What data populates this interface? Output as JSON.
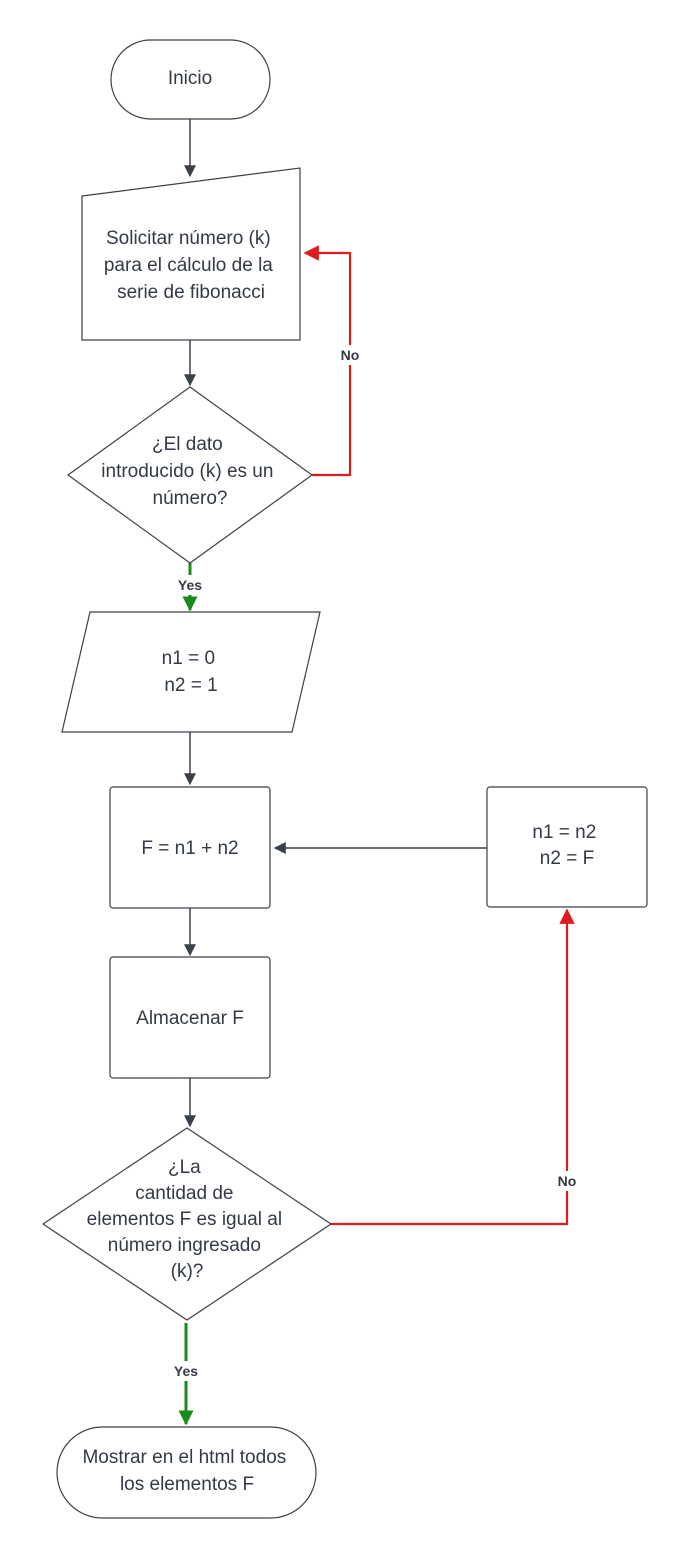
{
  "diagram": {
    "nodes": {
      "inicio": {
        "lines": [
          "Inicio"
        ]
      },
      "solicitar": {
        "lines": [
          "Solicitar número (k)",
          "para el cálculo de la",
          "serie de fibonacci"
        ]
      },
      "es_numero": {
        "lines": [
          "¿El dato",
          "introducido (k) es un",
          "número?"
        ]
      },
      "init": {
        "lines": [
          "n1 = 0",
          "n2 = 1"
        ]
      },
      "suma": {
        "lines": [
          "F = n1 + n2"
        ]
      },
      "actualizar": {
        "lines": [
          "n1 = n2",
          "n2 = F"
        ]
      },
      "almacenar": {
        "lines": [
          "Almacenar F"
        ]
      },
      "cantidad": {
        "lines": [
          "¿La",
          "cantidad de",
          "elementos F es igual al",
          "número ingresado",
          "(k)?"
        ]
      },
      "mostrar": {
        "lines": [
          "Mostrar en el html todos",
          "los elementos F"
        ]
      }
    },
    "edge_labels": {
      "no_1": "No",
      "yes_1": "Yes",
      "no_2": "No",
      "yes_2": "Yes"
    },
    "colors": {
      "node_border": "#3a414a",
      "text": "#333a44",
      "no_edge": "#e01b1b",
      "yes_edge": "#1a8a1a"
    }
  }
}
